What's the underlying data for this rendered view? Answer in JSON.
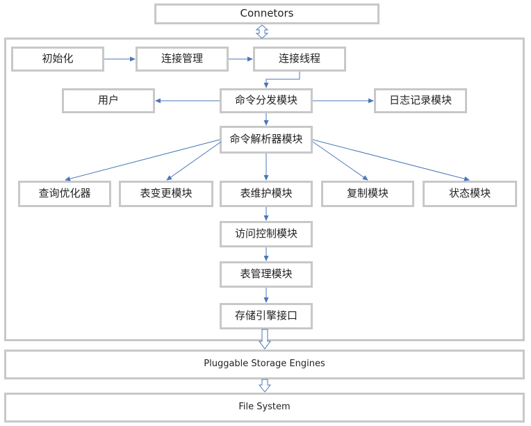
{
  "top": {
    "connectors": "Connetors"
  },
  "server": {
    "init": "初始化",
    "conn_mgmt": "连接管理",
    "conn_thread": "连接线程",
    "user": "用户",
    "cmd_dispatch": "命令分发模块",
    "log_module": "日志记录模块",
    "cmd_parser": "命令解析器模块",
    "query_optimizer": "查询优化器",
    "table_change": "表变更模块",
    "table_maint": "表维护模块",
    "replication": "复制模块",
    "status": "状态模块",
    "access_control": "访问控制模块",
    "table_mgmt": "表管理模块",
    "storage_iface": "存储引擎接口"
  },
  "bottom": {
    "storage_engines": "Pluggable Storage Engines",
    "file_system": "File System"
  },
  "colors": {
    "border": "#c8c8c8",
    "arrow": "#4a76b8"
  }
}
